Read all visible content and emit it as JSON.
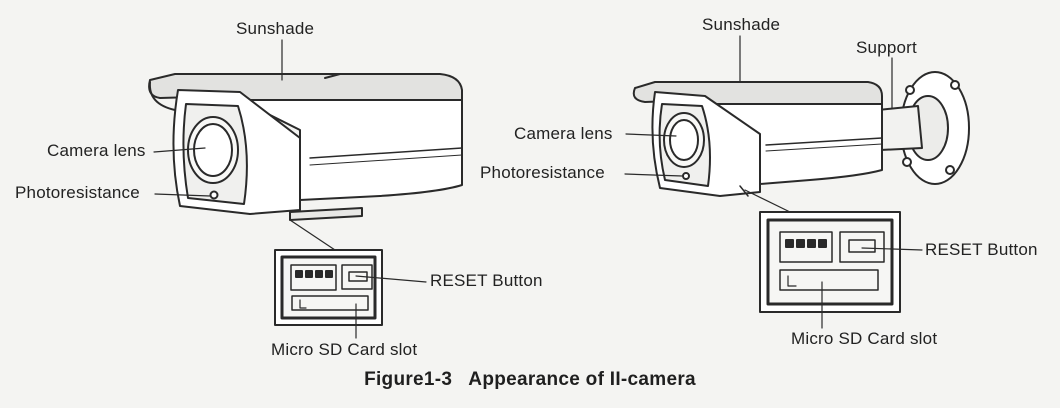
{
  "figure": {
    "caption": "Figure1-3   Appearance of II-camera"
  },
  "left_camera": {
    "labels": {
      "sunshade": "Sunshade",
      "camera_lens": "Camera lens",
      "photoresistance": "Photoresistance",
      "reset_button": "RESET Button",
      "sd_slot": "Micro SD Card slot"
    }
  },
  "right_camera": {
    "labels": {
      "sunshade": "Sunshade",
      "support": "Support",
      "camera_lens": "Camera lens",
      "photoresistance": "Photoresistance",
      "reset_button": "RESET Button",
      "sd_slot": "Micro SD Card slot"
    }
  },
  "colors": {
    "ink": "#2a2a2a",
    "body_fill": "#ffffff",
    "shade_fill": "#d8d8d6",
    "background": "#f4f4f2"
  }
}
